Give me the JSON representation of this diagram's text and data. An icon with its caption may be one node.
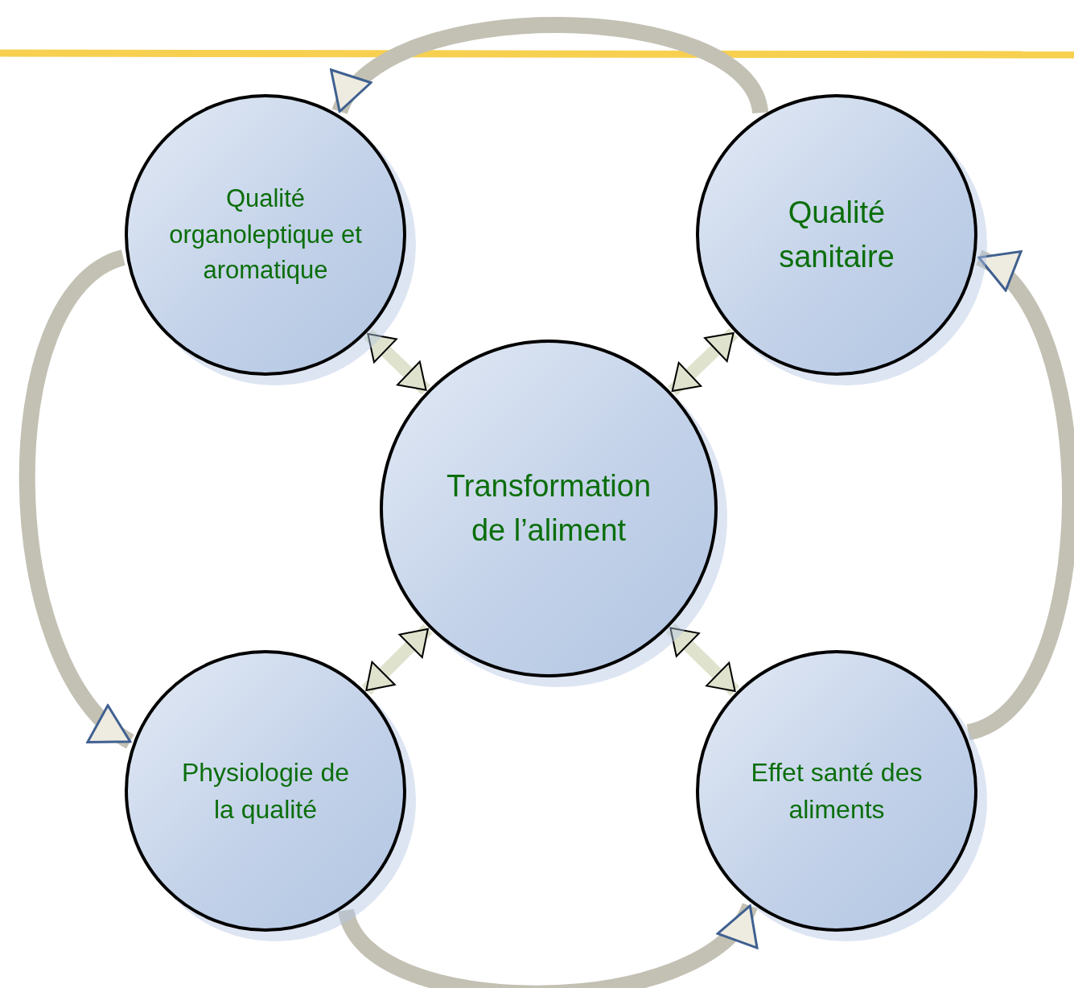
{
  "diagram": {
    "nodes": [
      {
        "text": [
          "Qualité organoleptique et aromatique"
        ]
      },
      {
        "text": [
          "Qualité sanitaire"
        ]
      },
      {
        "text": [
          "Transformation de l’aliment"
        ]
      },
      {
        "text": [
          "Physiologie de la qualité"
        ]
      },
      {
        "text": [
          "Effet santé des aliments"
        ]
      }
    ],
    "edges": [
      {
        "from": 1,
        "to": 0,
        "arrow": "to"
      },
      {
        "from": 0,
        "to": 3,
        "arrow": "to"
      },
      {
        "from": 3,
        "to": 4,
        "arrow": "to"
      },
      {
        "from": 4,
        "to": 1,
        "arrow": "to"
      },
      {
        "from": 0,
        "to": 2,
        "arrow": "both"
      },
      {
        "from": 1,
        "to": 2,
        "arrow": "both"
      },
      {
        "from": 3,
        "to": 2,
        "arrow": "both"
      },
      {
        "from": 4,
        "to": 2,
        "arrow": "both"
      }
    ]
  }
}
